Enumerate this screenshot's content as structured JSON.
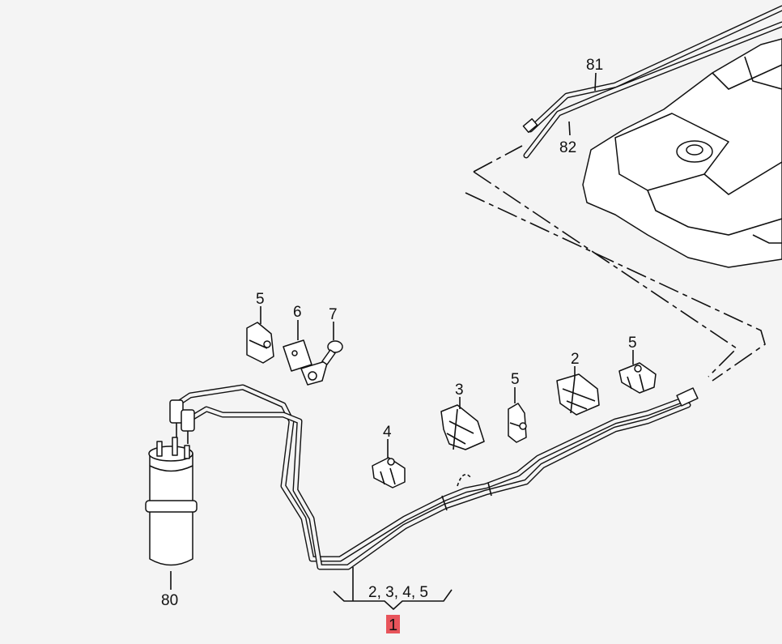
{
  "callouts": {
    "c81": "81",
    "c82": "82",
    "c5a": "5",
    "c6": "6",
    "c7": "7",
    "c3": "3",
    "c5b": "5",
    "c2": "2",
    "c5c": "5",
    "c4": "4",
    "c80": "80",
    "group": "2, 3, 4, 5",
    "main": "1"
  },
  "colors": {
    "highlight": "#e8545b",
    "line": "#111111",
    "background": "#f4f4f4"
  }
}
